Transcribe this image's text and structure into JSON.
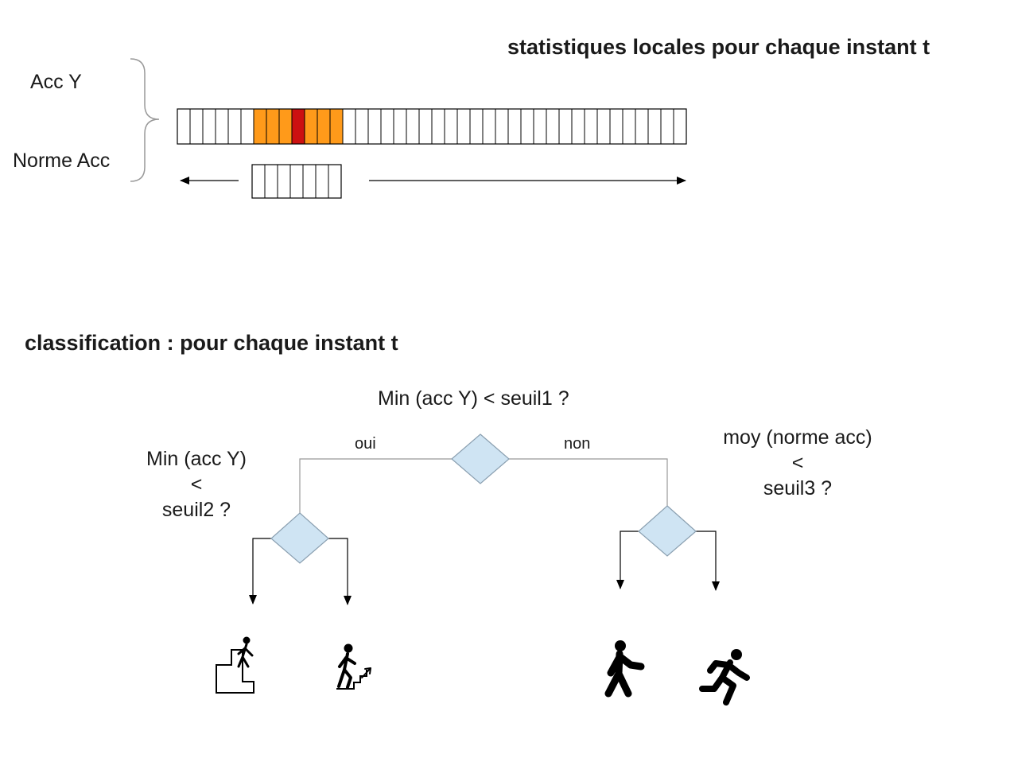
{
  "top": {
    "title": "statistiques locales pour chaque instant t",
    "signals": [
      "Acc Y",
      "Norme Acc"
    ]
  },
  "bottom": {
    "title": "classification : pour chaque instant t",
    "decision1": "Min (acc Y) < seuil1 ?",
    "branch_yes": "oui",
    "branch_no": "non",
    "decision2": "Min (acc Y)\n<\nseuil2 ?",
    "decision3": "moy (norme acc)\n<\nseuil3 ?"
  },
  "outcomes": [
    "stairs-down-icon",
    "stairs-up-icon",
    "walking-icon",
    "running-icon"
  ],
  "colors": {
    "window": "#ff9a1a",
    "current": "#cc1111",
    "diamond_fill": "#cfe4f3",
    "diamond_stroke": "#8a9fb0"
  }
}
